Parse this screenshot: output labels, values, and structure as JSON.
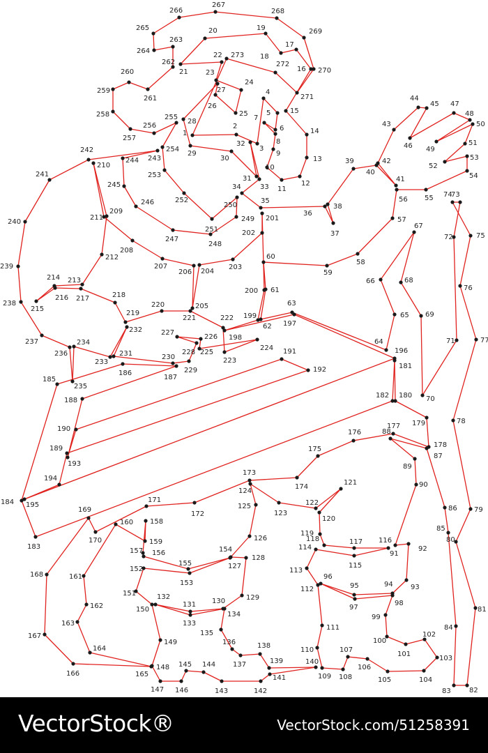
{
  "puzzle": {
    "line_color": "#e0221e",
    "dot_color": "#1a1a1a",
    "numbers": [
      "1",
      "2",
      "3",
      "4",
      "5",
      "6",
      "7",
      "8",
      "9",
      "10",
      "11",
      "12",
      "13",
      "14",
      "15",
      "16",
      "17",
      "18",
      "19",
      "20",
      "21",
      "22",
      "23",
      "24",
      "25",
      "26",
      "27",
      "28",
      "29",
      "30",
      "31",
      "32",
      "33",
      "34",
      "35",
      "36",
      "37",
      "38",
      "39",
      "40",
      "41",
      "42",
      "43",
      "44",
      "45",
      "46",
      "47",
      "48",
      "49",
      "50",
      "51",
      "52",
      "53",
      "54",
      "55",
      "56",
      "57",
      "58",
      "59",
      "60",
      "61",
      "62",
      "63",
      "64",
      "65",
      "66",
      "67",
      "68",
      "69",
      "70",
      "71",
      "72",
      "73",
      "74",
      "75",
      "76",
      "77",
      "78",
      "79",
      "80",
      "81",
      "82",
      "83",
      "84",
      "85",
      "86",
      "87",
      "88",
      "89",
      "90",
      "91",
      "92",
      "93",
      "94",
      "95",
      "96",
      "97",
      "98",
      "99",
      "100",
      "101",
      "102",
      "103",
      "104",
      "105",
      "106",
      "107",
      "108",
      "109",
      "110",
      "111",
      "112",
      "113",
      "114",
      "115",
      "116",
      "117",
      "118",
      "119",
      "120",
      "121",
      "122",
      "123",
      "124",
      "125",
      "126",
      "127",
      "128",
      "129",
      "130",
      "131",
      "132",
      "133",
      "134",
      "135",
      "136",
      "137",
      "138",
      "139",
      "140",
      "141",
      "142",
      "143",
      "144",
      "145",
      "146",
      "147",
      "148",
      "149",
      "150",
      "151",
      "152",
      "153",
      "154",
      "155",
      "156",
      "157",
      "158",
      "159",
      "160",
      "161",
      "162",
      "163",
      "164",
      "165",
      "166",
      "167",
      "168",
      "169",
      "170",
      "171",
      "172",
      "173",
      "174",
      "175",
      "176",
      "177",
      "178",
      "179",
      "180",
      "181",
      "182",
      "183",
      "184",
      "185",
      "186",
      "187",
      "188",
      "189",
      "190",
      "191",
      "192",
      "193",
      "194",
      "195",
      "196",
      "197",
      "198",
      "199",
      "200",
      "201",
      "202",
      "203",
      "204",
      "205",
      "206",
      "207",
      "208",
      "209",
      "210",
      "211",
      "212",
      "213",
      "214",
      "215",
      "216",
      "217",
      "218",
      "219",
      "220",
      "221",
      "222",
      "223",
      "224",
      "225",
      "226",
      "227",
      "228",
      "229",
      "230",
      "231",
      "232",
      "233",
      "234",
      "235",
      "236",
      "237",
      "238",
      "239",
      "240",
      "241",
      "242",
      "243",
      "244",
      "245",
      "246",
      "247",
      "248",
      "249",
      "250",
      "251",
      "252",
      "253",
      "254",
      "255",
      "256",
      "257",
      "258",
      "259",
      "260",
      "261",
      "262",
      "263",
      "264",
      "265",
      "266",
      "267",
      "268",
      "269",
      "270",
      "271",
      "272",
      "273"
    ]
  },
  "footer": {
    "brand": "VectorStock®",
    "stock_id": "VectorStock.com/51258391",
    "background": "#000000",
    "text_color": "#ffffff"
  }
}
